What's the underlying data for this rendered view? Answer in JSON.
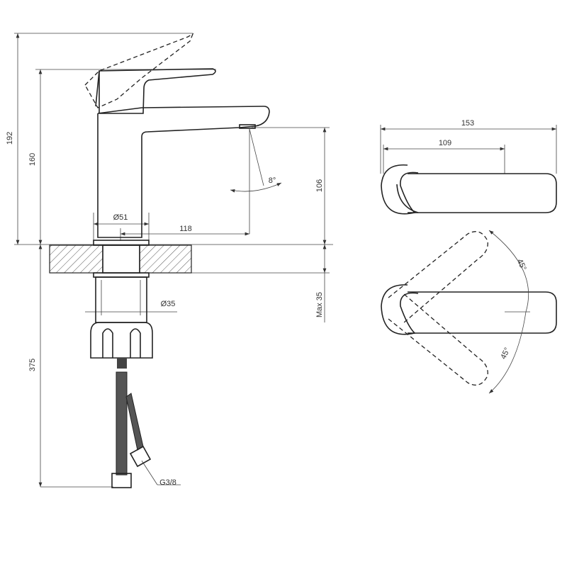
{
  "drawing": {
    "title": "Basin mixer dimensional drawing",
    "side_view": {
      "total_height": "192",
      "body_height": "160",
      "hose_length": "375",
      "base_diameter": "Ø51",
      "spout_reach": "118",
      "jet_angle": "8°",
      "spout_height": "106",
      "shank_diameter": "Ø35",
      "max_counter_thickness": "Max 35",
      "connection_thread": "G3/8"
    },
    "top_view": {
      "overall_length": "153",
      "spout_length": "109",
      "lever_angle_left": "45°",
      "lever_angle_right": "45°"
    }
  }
}
